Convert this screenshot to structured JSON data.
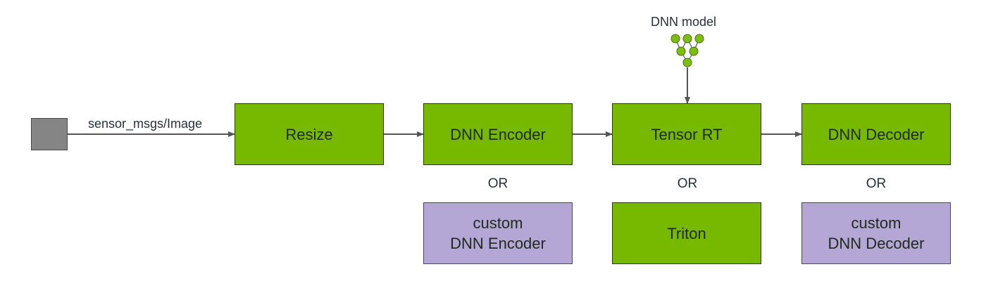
{
  "colors": {
    "node_green": "#76b900",
    "node_purple": "#b4a7d6",
    "source_gray": "#858585",
    "model_node_green": "#7cbf11",
    "arrow": "#555555"
  },
  "source": {
    "edge_label": "sensor_msgs/Image"
  },
  "model": {
    "label": "DNN model",
    "icon": "neural-network-icon"
  },
  "pipeline": {
    "resize": "Resize",
    "encoder": "DNN Encoder",
    "tensorrt": "Tensor RT",
    "decoder": "DNN Decoder"
  },
  "alternatives": {
    "or_label": "OR",
    "custom_encoder": {
      "line1": "custom",
      "line2": "DNN Encoder"
    },
    "triton": "Triton",
    "custom_decoder": {
      "line1": "custom",
      "line2": "DNN Decoder"
    }
  }
}
